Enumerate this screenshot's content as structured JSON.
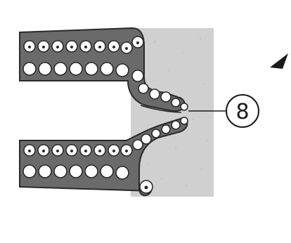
{
  "diagram": {
    "callout_label": "8",
    "colors": {
      "background": "#ffffff",
      "tissue": "#d0d0d0",
      "cell_fill": "#ffffff",
      "cell_stroke": "#2a2a2a",
      "cell_band": "#5a5a5a",
      "line": "#1a1a1a"
    },
    "labeled_structures": [
      "upper-cell-layer",
      "lower-cell-layer",
      "cell-cleft",
      "tissue-background"
    ]
  }
}
